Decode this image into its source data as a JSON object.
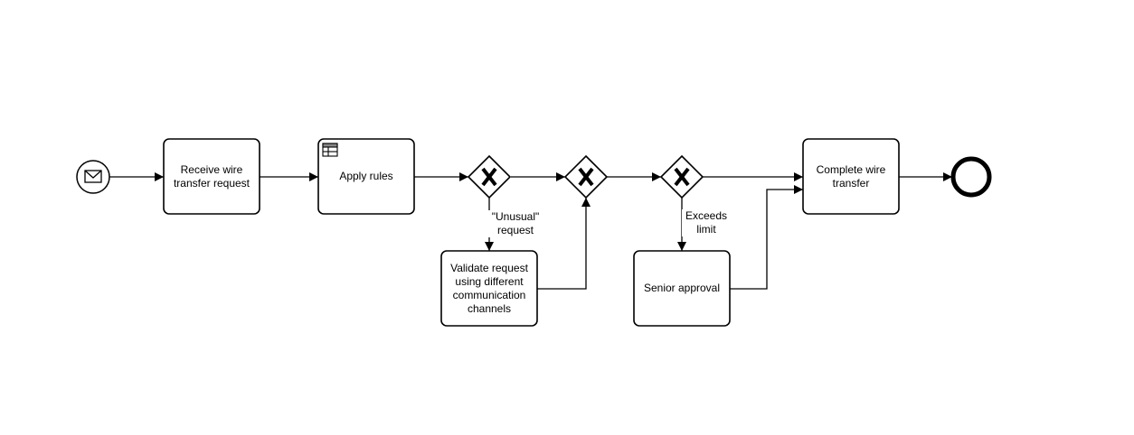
{
  "tasks": {
    "receive": "Receive wire\ntransfer request",
    "apply_rules": "Apply rules",
    "validate": "Validate request\nusing different\ncommunication\nchannels",
    "senior_approval": "Senior approval",
    "complete": "Complete wire\ntransfer"
  },
  "edge_labels": {
    "unusual": "\"Unusual\"\nrequest",
    "exceeds": "Exceeds\nlimit"
  },
  "icons": {
    "start_event": "envelope-icon",
    "business_rule_task": "table-icon",
    "gateway": "exclusive-x-icon",
    "end_event": "end-circle-icon"
  },
  "colors": {
    "stroke": "#000000",
    "fill": "#ffffff"
  }
}
